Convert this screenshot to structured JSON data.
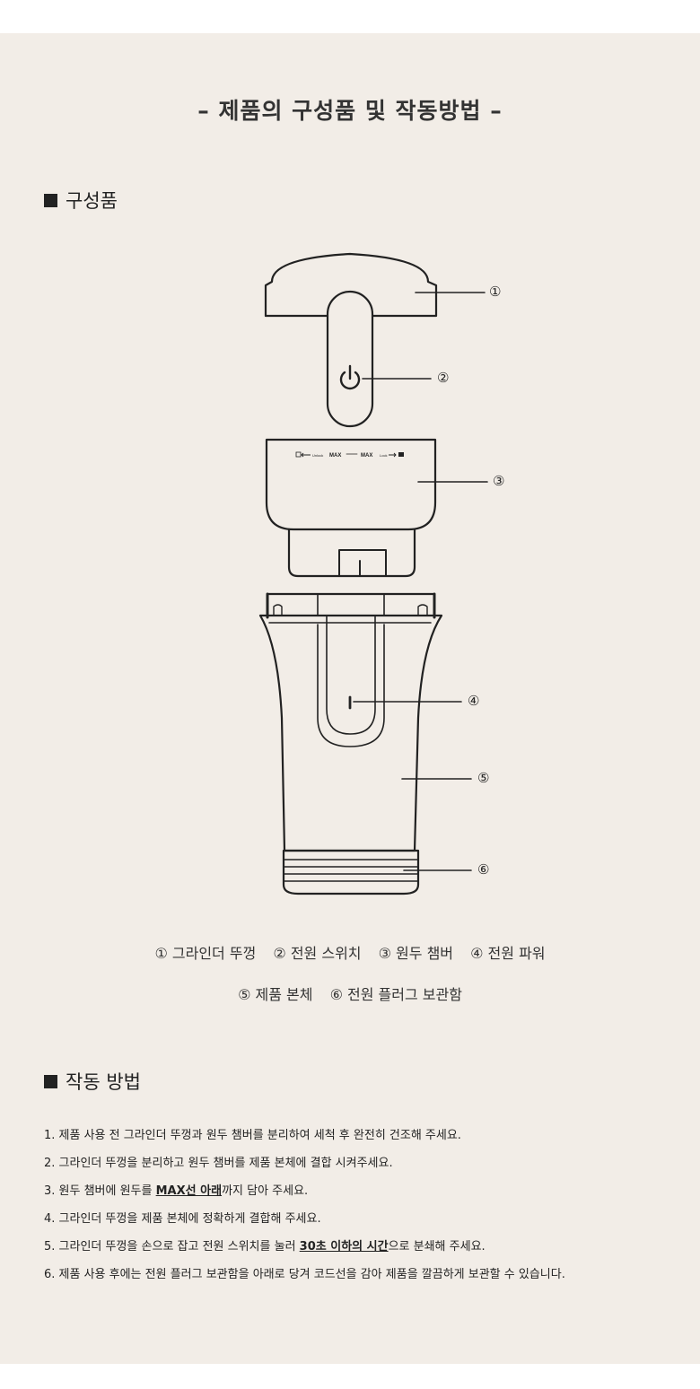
{
  "title": "– 제품의 구성품 및 작동방법 –",
  "components_heading": "구성품",
  "diagram": {
    "max_marks": [
      "MAX",
      "MAX"
    ],
    "unlock_label": "Unlock",
    "lock_label": "Lock",
    "callouts": [
      "①",
      "②",
      "③",
      "④",
      "⑤",
      "⑥"
    ]
  },
  "legend": {
    "row1": [
      "① 그라인더 뚜껑",
      "② 전원 스위치",
      "③ 원두 챔버",
      "④ 전원 파워"
    ],
    "row2": [
      "⑤ 제품 본체",
      "⑥ 전원 플러그 보관함"
    ]
  },
  "method_heading": "작동 방법",
  "steps": [
    {
      "pre": "1. 제품 사용 전 그라인더 뚜껑과 원두 챔버를 분리하여 세척 후 완전히 건조해 주세요.",
      "hl": "",
      "post": ""
    },
    {
      "pre": "2. 그라인더 뚜껑을 분리하고 원두 챔버를 제품 본체에 결합 시켜주세요.",
      "hl": "",
      "post": ""
    },
    {
      "pre": "3. 원두 챔버에 원두를 ",
      "hl": "MAX선 아래",
      "post": "까지 담아 주세요."
    },
    {
      "pre": "4. 그라인더 뚜껑을 제품 본체에 정확하게 결합해 주세요.",
      "hl": "",
      "post": ""
    },
    {
      "pre": "5. 그라인더 뚜껑을 손으로 잡고 전원 스위치를 눌러 ",
      "hl": "30초 이하의 시간",
      "post": "으로 분쇄해 주세요."
    },
    {
      "pre": "6. 제품 사용 후에는 전원 플러그 보관함을 아래로 당겨 코드선을 감아 제품을 깔끔하게 보관할 수 있습니다.",
      "hl": "",
      "post": ""
    }
  ],
  "colors": {
    "background": "#f2ede7",
    "line": "#222222"
  }
}
